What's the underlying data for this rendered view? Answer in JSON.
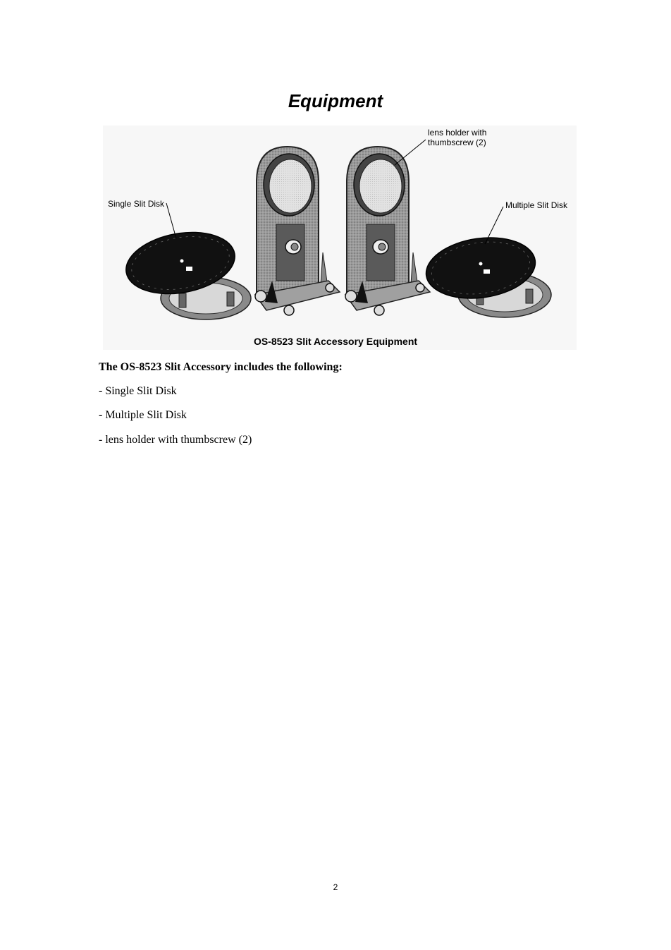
{
  "document": {
    "title": "Equipment",
    "figure": {
      "callouts": {
        "lens_holder": "lens holder with\nthumbscrew (2)",
        "single_slit": "Single Slit Disk",
        "multiple_slit": "Multiple Slit Disk"
      },
      "caption": "OS-8523 Slit Accessory Equipment"
    },
    "intro": "The OS-8523 Slit Accessory includes the following:",
    "items": [
      "- Single Slit Disk",
      "- Multiple Slit Disk",
      "- lens holder with thumbscrew (2)"
    ],
    "page_number": "2"
  }
}
